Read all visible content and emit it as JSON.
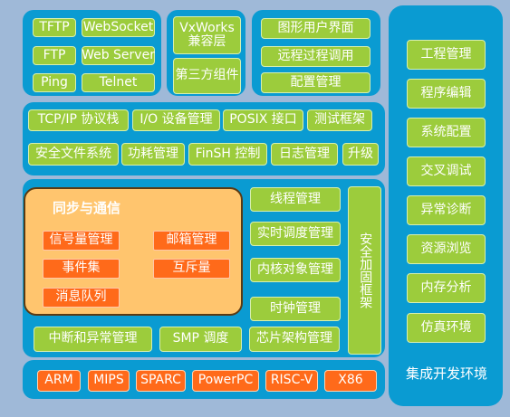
{
  "network": [
    "TFTP",
    "WebSocket",
    "FTP",
    "Web Server",
    "Ping",
    "Telnet"
  ],
  "compat": [
    "VxWorks 兼容层",
    "第三方组件"
  ],
  "gui": [
    "图形用户界面",
    "远程过程调用",
    "配置管理"
  ],
  "components_row1": [
    "TCP/IP 协议栈",
    "I/O 设备管理",
    "POSIX 接口",
    "测试框架"
  ],
  "components_row2": [
    "安全文件系统",
    "功耗管理",
    "FinSH 控制",
    "日志管理",
    "升级"
  ],
  "sync": {
    "title": "同步与通信",
    "items": [
      "信号量管理",
      "邮箱管理",
      "事件集",
      "互斥量",
      "消息队列"
    ]
  },
  "kernel": [
    "线程管理",
    "实时调度管理",
    "内核对象管理",
    "时钟管理"
  ],
  "security_hardening": "安全加固框架",
  "bottom_row": [
    "中断和异常管理",
    "SMP 调度",
    "芯片架构管理"
  ],
  "arch": [
    "ARM",
    "MIPS",
    "SPARC",
    "PowerPC",
    "RISC-V",
    "X86"
  ],
  "ide": {
    "items": [
      "工程管理",
      "程序编辑",
      "系统配置",
      "交叉调试",
      "异常诊断",
      "资源浏览",
      "内存分析",
      "仿真环境"
    ],
    "title": "集成开发环境"
  },
  "colors": {
    "panel": "#0a9bd2",
    "green": "#9ccc3c",
    "orange": "#ff6a1a",
    "sync_bg": "#ffc56e",
    "page_bg": "#9fb9d8"
  }
}
